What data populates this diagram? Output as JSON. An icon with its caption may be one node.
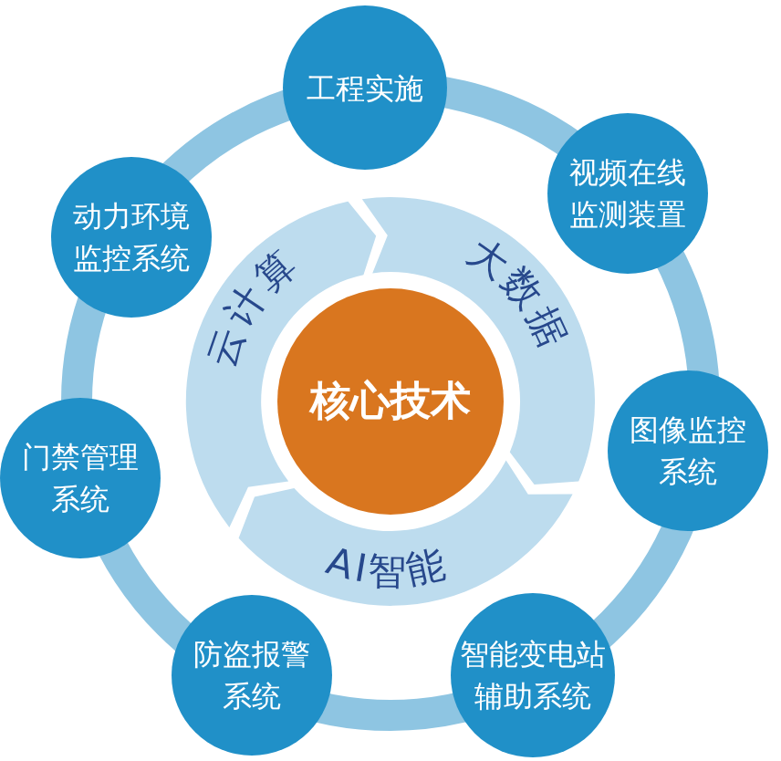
{
  "diagram": {
    "nodes": [
      {
        "text": [
          "核心技术"
        ]
      },
      {
        "text": [
          "云计算"
        ]
      },
      {
        "text": [
          "大数据"
        ]
      },
      {
        "text": [
          "AI智能"
        ]
      },
      {
        "text": [
          "工程实施"
        ]
      },
      {
        "text": [
          "视频在线监测装置"
        ]
      },
      {
        "text": [
          "图像监控系统"
        ]
      },
      {
        "text": [
          "智能变电站辅助系统"
        ]
      },
      {
        "text": [
          "防盗报警系统"
        ]
      },
      {
        "text": [
          "门禁管理系统"
        ]
      },
      {
        "text": [
          "动力环境监控系统"
        ]
      }
    ],
    "edges": []
  }
}
